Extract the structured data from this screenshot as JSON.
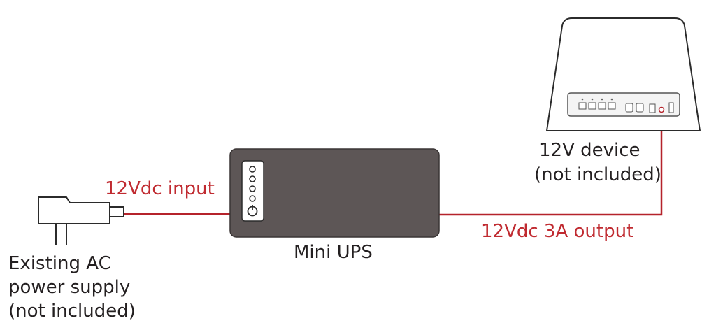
{
  "labels": {
    "input_label": "12Vdc input",
    "output_label": "12Vdc 3A output",
    "ups_label": "Mini UPS",
    "device_line1": "12V device",
    "device_line2": "(not included)",
    "supply_line1": "Existing AC",
    "supply_line2": "power supply",
    "supply_line3": "(not included)"
  },
  "colors": {
    "cable": "#b5232b",
    "label_red": "#c02a30",
    "text_dark": "#231f20",
    "ups_body": "#5d5656",
    "outline": "#2b2b2b"
  }
}
